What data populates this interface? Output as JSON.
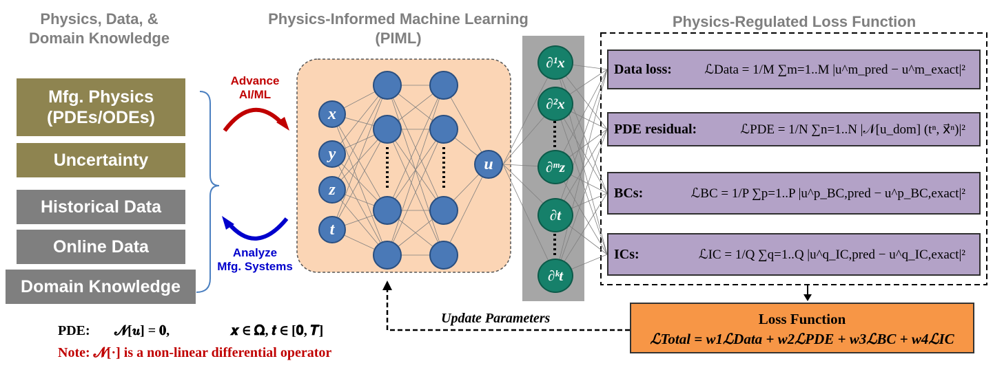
{
  "headings": {
    "left": "Physics, Data, &\nDomain Knowledge",
    "middle": "Physics-Informed Machine Learning\n(PIML)",
    "right": "Physics-Regulated Loss Function"
  },
  "left_boxes": [
    {
      "label": "Mfg. Physics\n(PDEs/ODEs)",
      "color": "#8e8450"
    },
    {
      "label": "Uncertainty",
      "color": "#8e8450"
    },
    {
      "label": "Historical Data",
      "color": "#7f7f7f"
    },
    {
      "label": "Online Data",
      "color": "#7f7f7f"
    },
    {
      "label": "Domain Knowledge",
      "color": "#7f7f7f"
    }
  ],
  "arrows": {
    "advance": "Advance\nAI/ML",
    "analyze": "Analyze\nMfg. Systems",
    "advance_color": "#c00000",
    "analyze_color": "#0000cc"
  },
  "network": {
    "inputs": [
      "x",
      "y",
      "z",
      "t"
    ],
    "output": "u",
    "derivatives": [
      "∂¹x",
      "∂²x",
      "∂ᵐz",
      "∂t",
      "∂ᵏt"
    ],
    "node_color": "#4a79b7",
    "derivative_color": "#16806a",
    "panel_color": "#fbd5b5"
  },
  "losses": [
    {
      "label": "Data loss:",
      "formula": "ℒData = 1/M ∑m=1..M |u^m_pred − u^m_exact|²"
    },
    {
      "label": "PDE residual:",
      "formula": "ℒPDE = 1/N ∑n=1..N |𝒩[u_dom] (tⁿ, x⃗ⁿ)|²"
    },
    {
      "label": "BCs:",
      "formula": "ℒBC = 1/P ∑p=1..P |u^p_BC,pred − u^p_BC,exact|²"
    },
    {
      "label": "ICs:",
      "formula": "ℒIC = 1/Q ∑q=1..Q |u^q_IC,pred − u^q_IC,exact|²"
    }
  ],
  "loss_function": {
    "title": "Loss Function",
    "formula": "ℒTotal = w1ℒData + w2ℒPDE + w3ℒBC + w4ℒIC",
    "color": "#f79646"
  },
  "update_label": "Update Parameters",
  "pde": {
    "label": "PDE:",
    "equation": "𝓝[𝒖] = 𝟎,",
    "domain": "𝒙 ∈ 𝛀,  𝒕 ∈  [𝟎, 𝑻]",
    "note": "Note: 𝓝[·] is a non-linear differential operator",
    "note_color": "#c00000"
  }
}
